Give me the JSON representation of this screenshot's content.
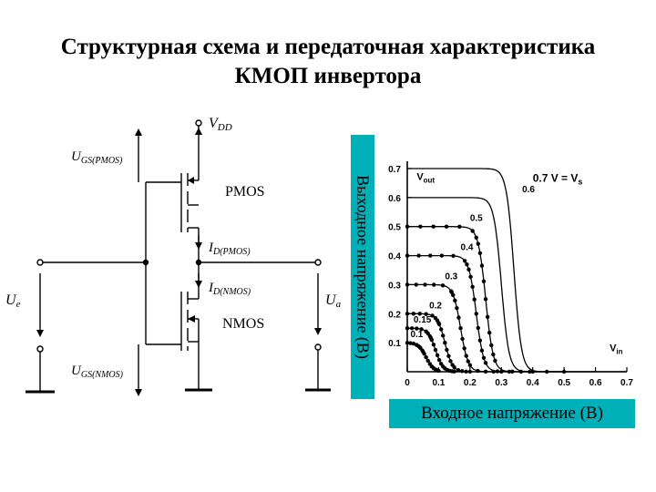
{
  "title": {
    "line1": "Структурная схема и передаточная характеристика",
    "line2": "КМОП инвертора"
  },
  "circuit": {
    "vdd": {
      "main": "V",
      "sub": "DD"
    },
    "ugs_pmos": {
      "main": "U",
      "sub": "GS(PMOS)"
    },
    "pmos": "PMOS",
    "id_pmos": {
      "main": "I",
      "sub": "D(PMOS)"
    },
    "id_nmos": {
      "main": "I",
      "sub": "D(NMOS)"
    },
    "ue": {
      "main": "U",
      "sub": "e"
    },
    "ua": {
      "main": "U",
      "sub": "a"
    },
    "nmos": "NMOS",
    "ugs_nmos": {
      "main": "U",
      "sub": "GS(NMOS)"
    }
  },
  "chart_data": {
    "type": "line",
    "ylabel": "Выходное напряжение (В)",
    "xlabel": "Входное напряжение (В)",
    "x_axis_name": {
      "main": "V",
      "sub": "in"
    },
    "y_axis_name": {
      "main": "V",
      "sub": "out"
    },
    "legend_equation": {
      "prefix": "0.7 V = V",
      "sub": "s"
    },
    "xlim": [
      0,
      0.7
    ],
    "ylim": [
      0,
      0.7
    ],
    "x_ticks": [
      "0",
      "0.1",
      "0.2",
      "0.3",
      "0.4",
      "0.5",
      "0.6",
      "0.7"
    ],
    "y_ticks": [
      "0.1",
      "0.2",
      "0.3",
      "0.4",
      "0.5",
      "0.6",
      "0.7"
    ],
    "series": [
      {
        "label": "0.7",
        "vs": 0.7,
        "vm": 0.34,
        "markers": false
      },
      {
        "label": "0.6",
        "vs": 0.6,
        "vm": 0.3,
        "markers": false
      },
      {
        "label": "0.5",
        "vs": 0.5,
        "vm": 0.25,
        "markers": true
      },
      {
        "label": "0.4",
        "vs": 0.4,
        "vm": 0.22,
        "markers": true
      },
      {
        "label": "0.3",
        "vs": 0.3,
        "vm": 0.17,
        "markers": true
      },
      {
        "label": "0.2",
        "vs": 0.2,
        "vm": 0.12,
        "markers": true
      },
      {
        "label": "0.15",
        "vs": 0.15,
        "vm": 0.09,
        "markers": true
      },
      {
        "label": "0.1",
        "vs": 0.1,
        "vm": 0.06,
        "markers": true
      }
    ]
  }
}
